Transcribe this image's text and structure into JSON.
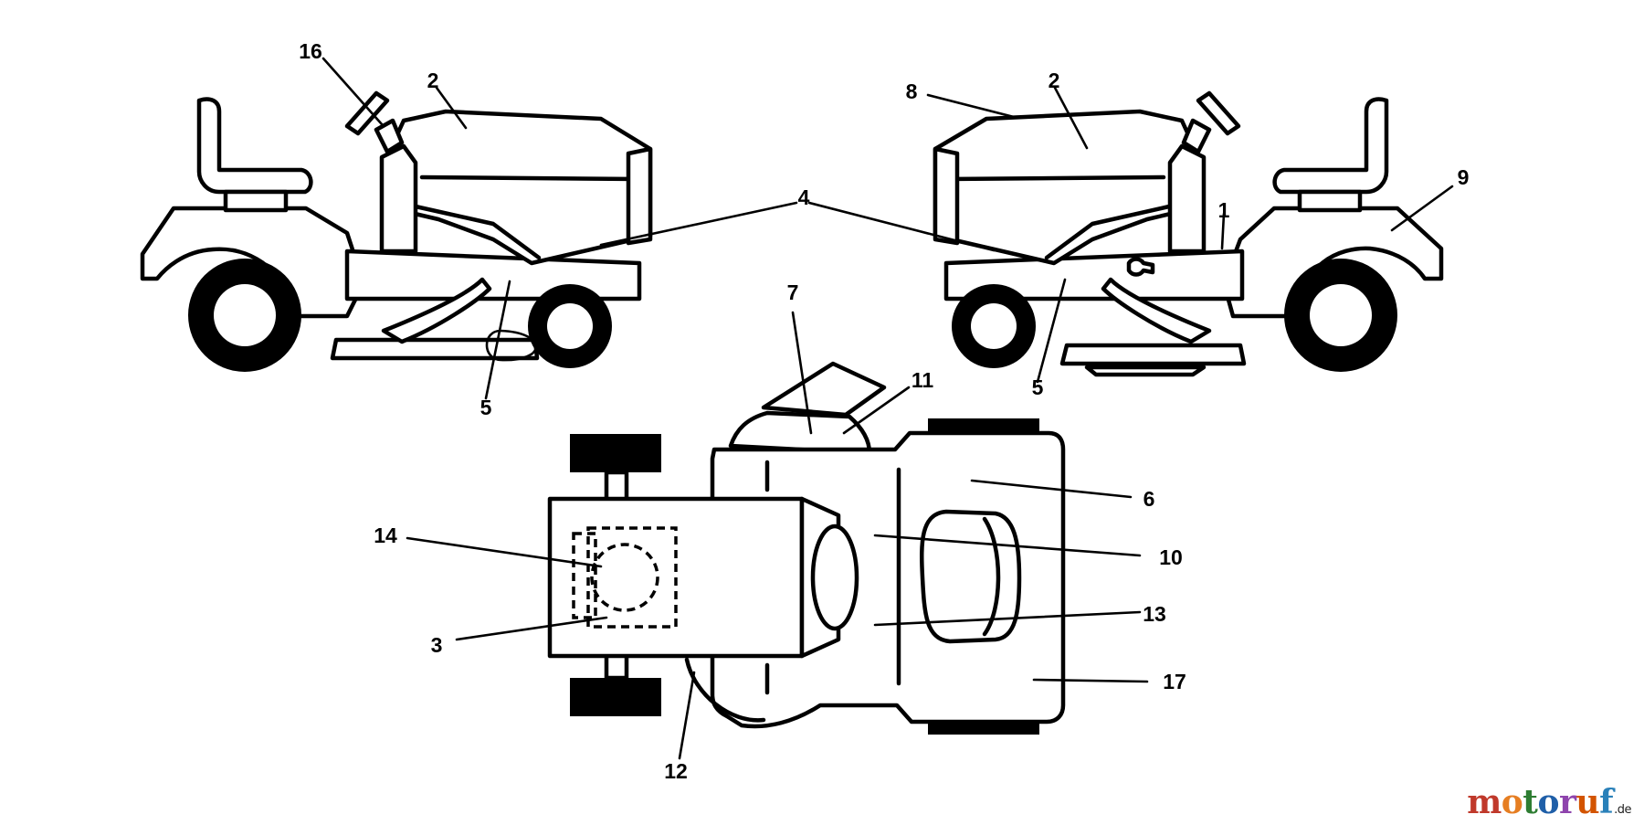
{
  "callouts": {
    "c1": "1",
    "c2a": "2",
    "c2b": "2",
    "c3": "3",
    "c4": "4",
    "c5a": "5",
    "c5b": "5",
    "c6": "6",
    "c7": "7",
    "c8": "8",
    "c9": "9",
    "c10": "10",
    "c11": "11",
    "c12": "12",
    "c13": "13",
    "c14": "14",
    "c16": "16",
    "c17": "17"
  },
  "watermark": {
    "letters": [
      "m",
      "o",
      "t",
      "o",
      "r",
      "u",
      "f"
    ],
    "suffix": ".de",
    "colors": [
      "#c0392b",
      "#e67e22",
      "#2e7d32",
      "#1f5fa8",
      "#8e44ad",
      "#d35400",
      "#2980b9"
    ]
  }
}
